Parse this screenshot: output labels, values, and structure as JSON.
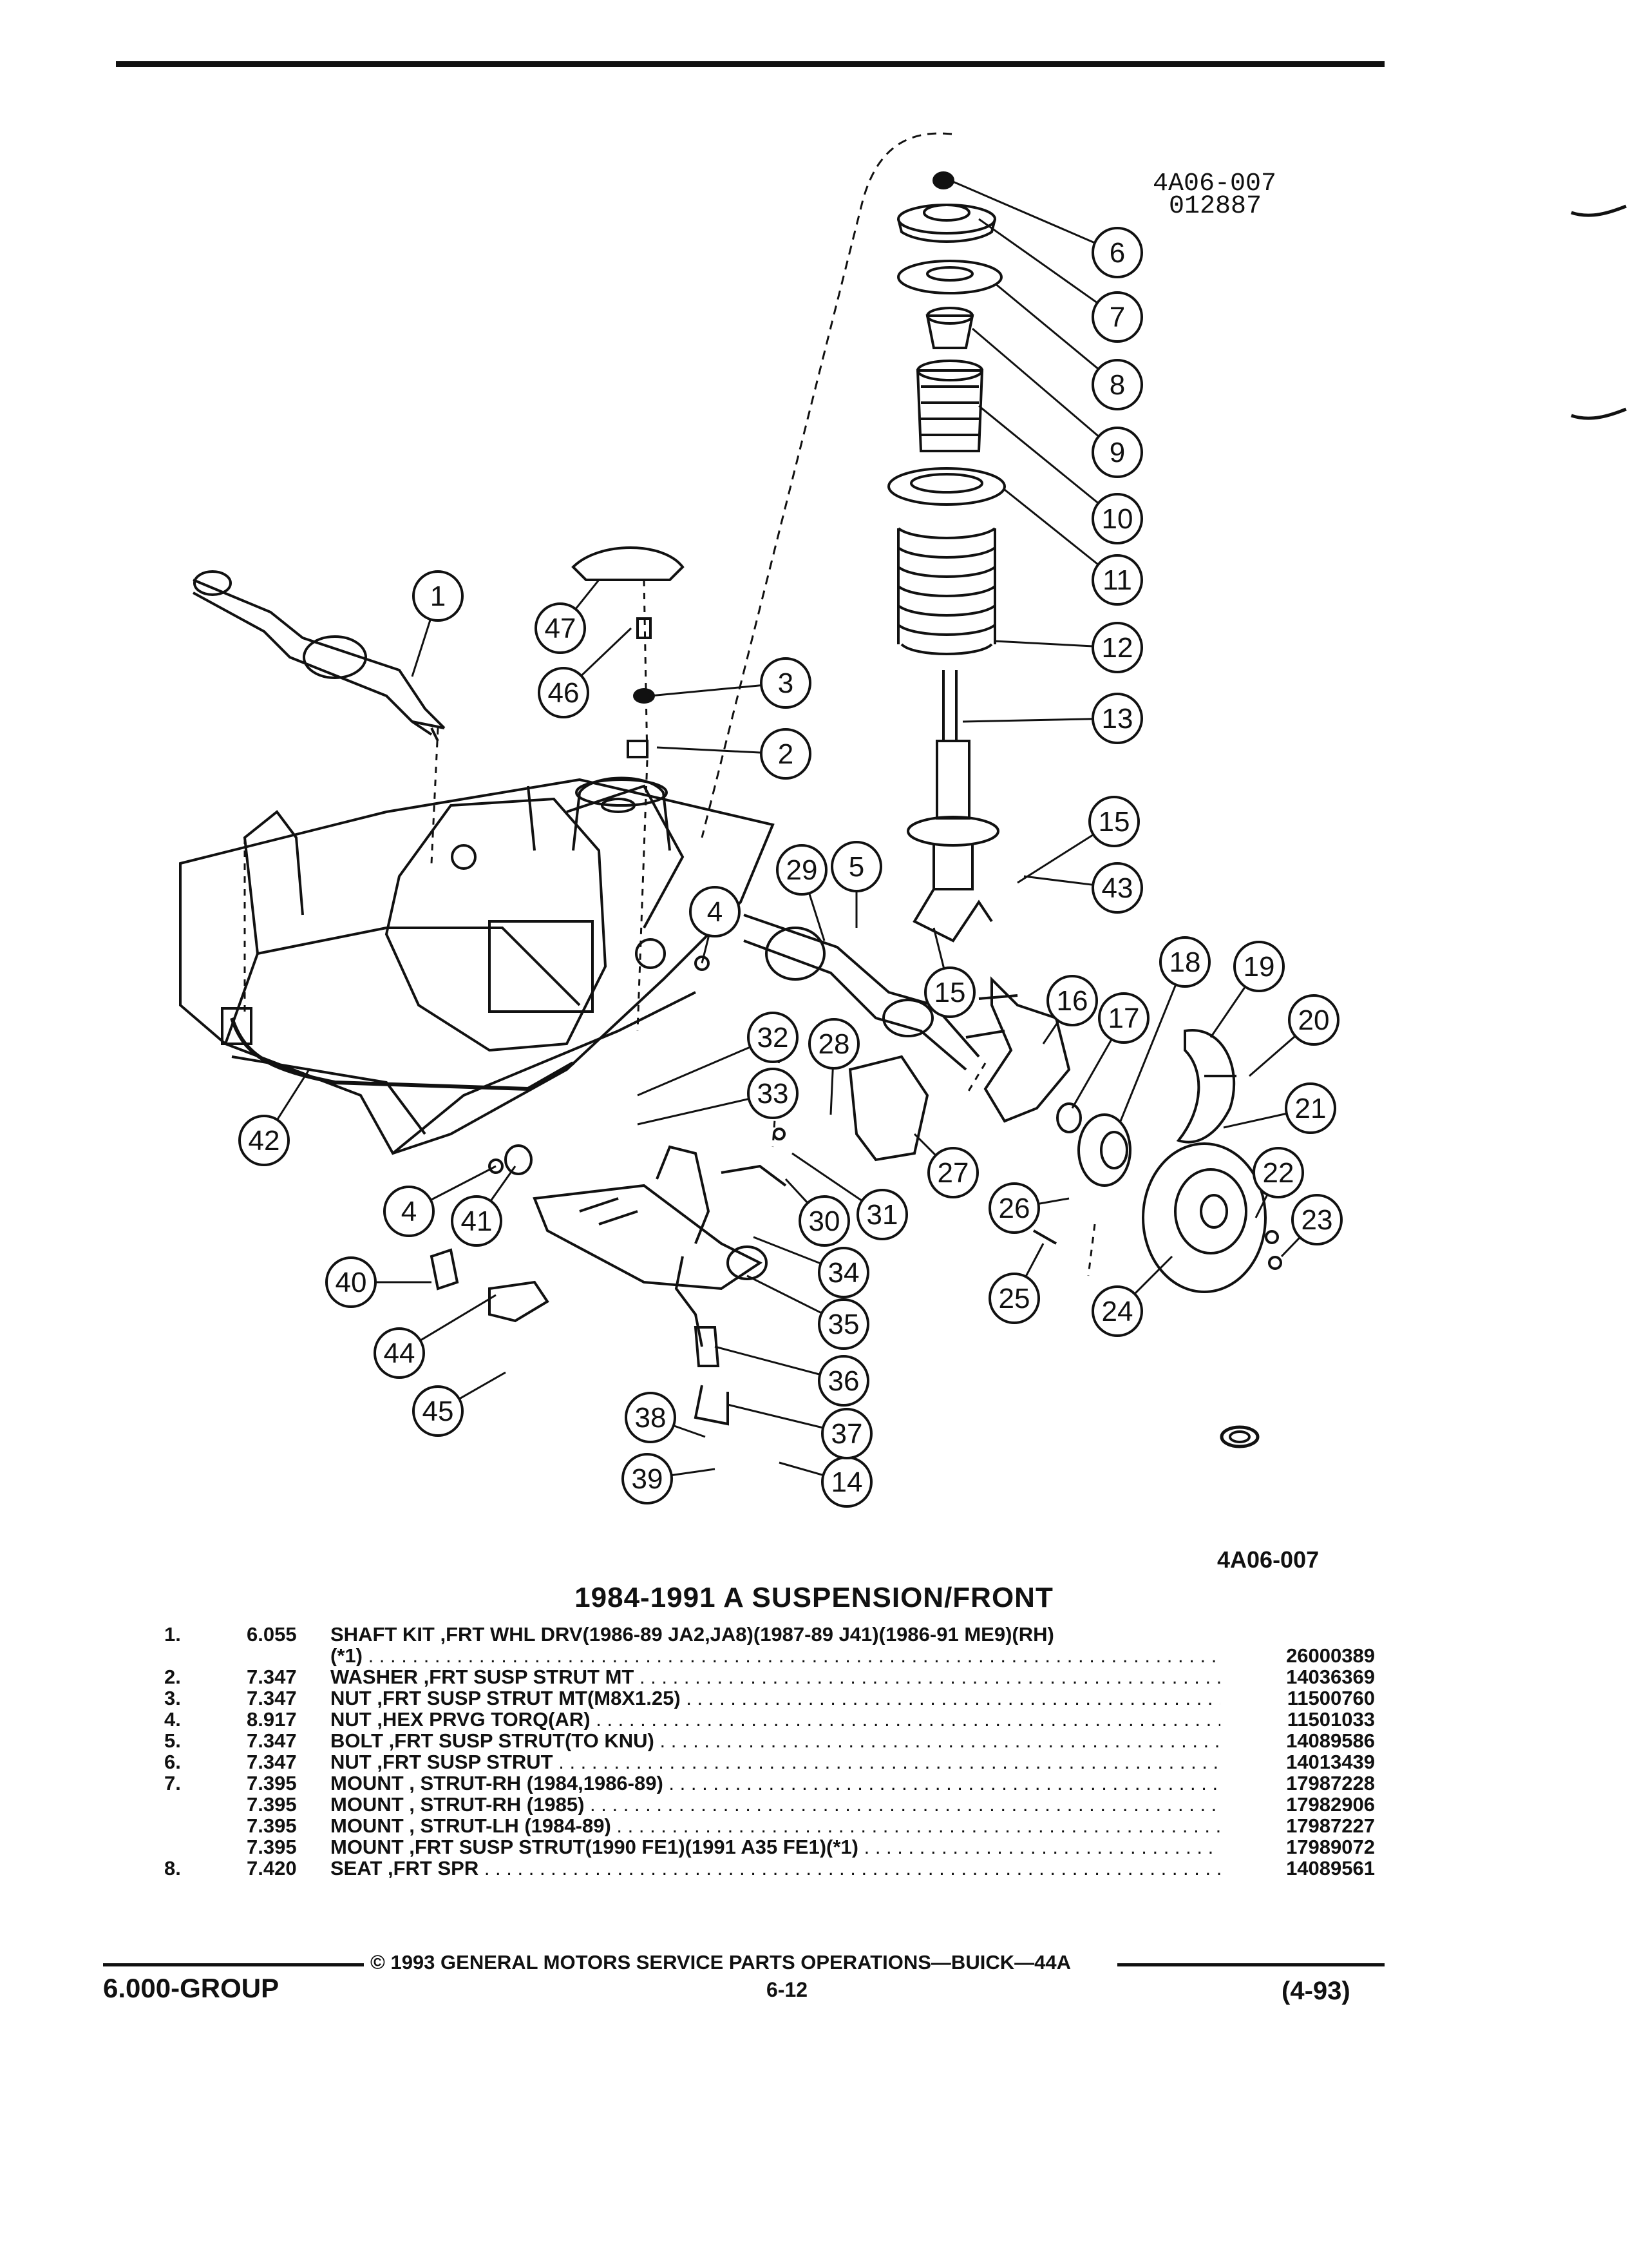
{
  "diagram": {
    "drawing_code": "4A06-007",
    "drawing_date": "012887",
    "callouts": [
      "1",
      "2",
      "3",
      "4",
      "4",
      "5",
      "6",
      "7",
      "8",
      "9",
      "10",
      "11",
      "12",
      "13",
      "14",
      "15",
      "15",
      "16",
      "17",
      "18",
      "19",
      "20",
      "21",
      "22",
      "23",
      "24",
      "25",
      "26",
      "27",
      "28",
      "29",
      "30",
      "31",
      "32",
      "33",
      "34",
      "35",
      "36",
      "37",
      "38",
      "39",
      "40",
      "41",
      "42",
      "43",
      "44",
      "45",
      "46",
      "47"
    ]
  },
  "figure_id": "4A06-007",
  "title": "1984-1991 A SUSPENSION/FRONT",
  "parts": [
    {
      "num": "1.",
      "code": "6.055",
      "desc": "SHAFT KIT ,FRT WHL DRV(1986-89 JA2,JA8)(1987-89 J41)(1986-91 ME9)(RH)",
      "part": ""
    },
    {
      "num": "",
      "code": "",
      "desc": "(*1)",
      "part": "26000389"
    },
    {
      "num": "2.",
      "code": "7.347",
      "desc": "WASHER ,FRT SUSP STRUT MT",
      "part": "14036369"
    },
    {
      "num": "3.",
      "code": "7.347",
      "desc": "NUT ,FRT SUSP STRUT MT(M8X1.25)",
      "part": "11500760"
    },
    {
      "num": "4.",
      "code": "8.917",
      "desc": "NUT ,HEX PRVG TORQ(AR)",
      "part": "11501033"
    },
    {
      "num": "5.",
      "code": "7.347",
      "desc": "BOLT ,FRT SUSP STRUT(TO KNU)",
      "part": "14089586"
    },
    {
      "num": "6.",
      "code": "7.347",
      "desc": "NUT ,FRT SUSP STRUT",
      "part": "14013439"
    },
    {
      "num": "7.",
      "code": "7.395",
      "desc": "MOUNT , STRUT-RH (1984,1986-89)",
      "part": "17987228"
    },
    {
      "num": "",
      "code": "7.395",
      "desc": "MOUNT , STRUT-RH (1985)",
      "part": "17982906"
    },
    {
      "num": "",
      "code": "7.395",
      "desc": "MOUNT , STRUT-LH (1984-89)",
      "part": "17987227"
    },
    {
      "num": "",
      "code": "7.395",
      "desc": "MOUNT ,FRT SUSP STRUT(1990 FE1)(1991 A35 FE1)(*1)",
      "part": "17989072"
    },
    {
      "num": "8.",
      "code": "7.420",
      "desc": "SEAT ,FRT SPR",
      "part": "14089561"
    }
  ],
  "footer": {
    "copyright": "© 1993 GENERAL MOTORS SERVICE PARTS OPERATIONS—BUICK—44A",
    "group": "6.000-GROUP",
    "page": "6-12",
    "date": "(4-93)"
  }
}
